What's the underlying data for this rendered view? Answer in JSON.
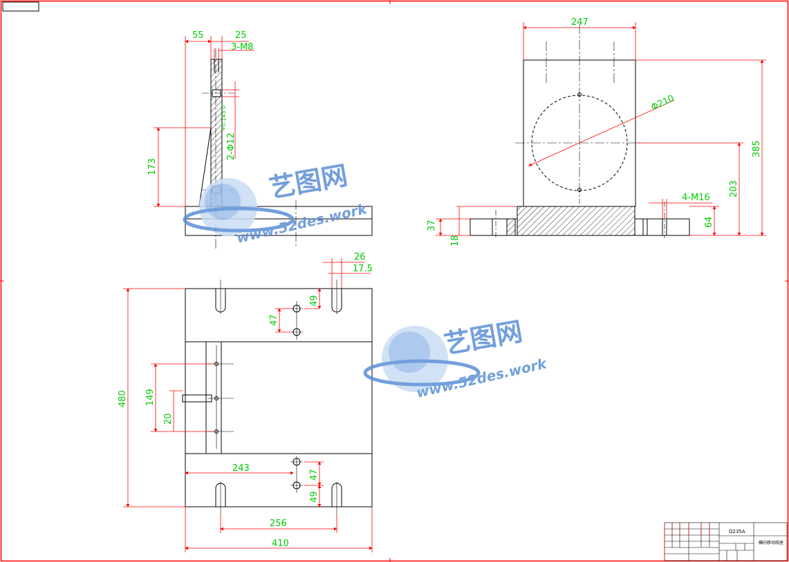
{
  "colors": {
    "outline": "#000000",
    "dimension": "#00cc00",
    "dimension_line": "#ff0000",
    "frame": "#ff0000",
    "watermark": "#5b8fd6"
  },
  "side_view": {
    "dims": {
      "d55": "55",
      "d25": "25",
      "thread": "3-M8",
      "hole": "2-Φ12",
      "hole_tol": "+0.143 0",
      "height": "173"
    }
  },
  "front_view": {
    "dims": {
      "width": "247",
      "dia": "Φ210",
      "thread": "4-M16",
      "h385": "385",
      "h203": "203",
      "h64": "64",
      "h37": "37",
      "h18": "18"
    }
  },
  "top_view": {
    "dims": {
      "w26": "26",
      "w17_5": "17.5",
      "d49_top": "49",
      "d47_top": "47",
      "d480": "480",
      "d149": "149",
      "d20": "20",
      "d243": "243",
      "d47_bot": "47",
      "d49_bot": "49",
      "d256": "256",
      "d410": "410"
    }
  },
  "watermark": {
    "brand": "艺图网",
    "url": "www.52des.work"
  },
  "title_block": {
    "material": "Q235A",
    "part_name": "横向移动底座"
  }
}
